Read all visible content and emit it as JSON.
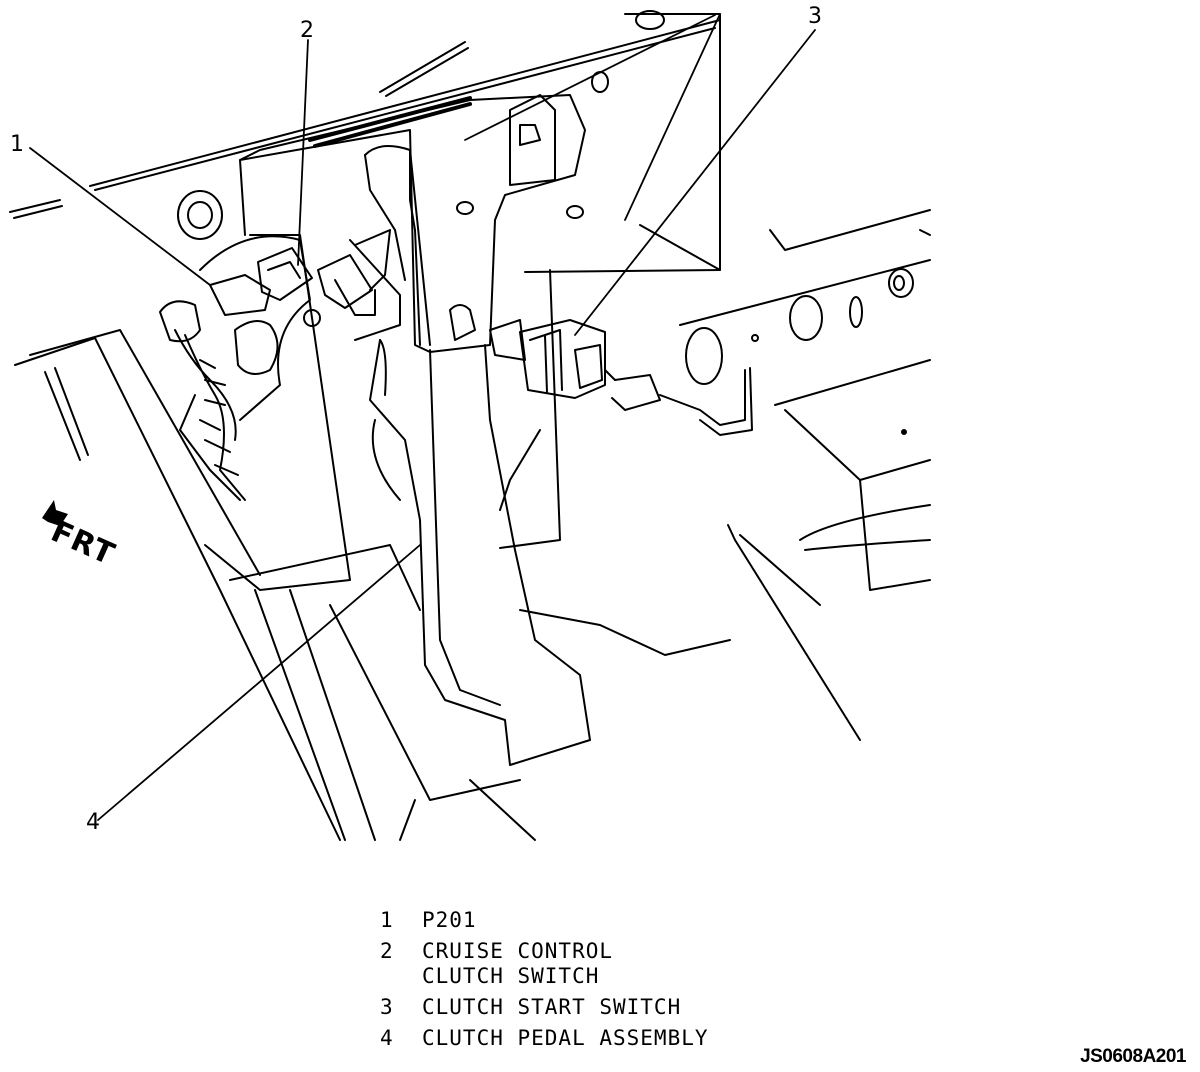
{
  "callouts": [
    {
      "number": "1"
    },
    {
      "number": "2"
    },
    {
      "number": "3"
    },
    {
      "number": "4"
    }
  ],
  "direction_label": "FRT",
  "legend": [
    {
      "number": "1",
      "text": "P201"
    },
    {
      "number": "2",
      "text": "CRUISE CONTROL\nCLUTCH SWITCH"
    },
    {
      "number": "3",
      "text": "CLUTCH START SWITCH"
    },
    {
      "number": "4",
      "text": "CLUTCH PEDAL ASSEMBLY"
    }
  ],
  "figure_id": "JS0608A201",
  "colors": {
    "ink": "#000000",
    "background": "#ffffff"
  }
}
